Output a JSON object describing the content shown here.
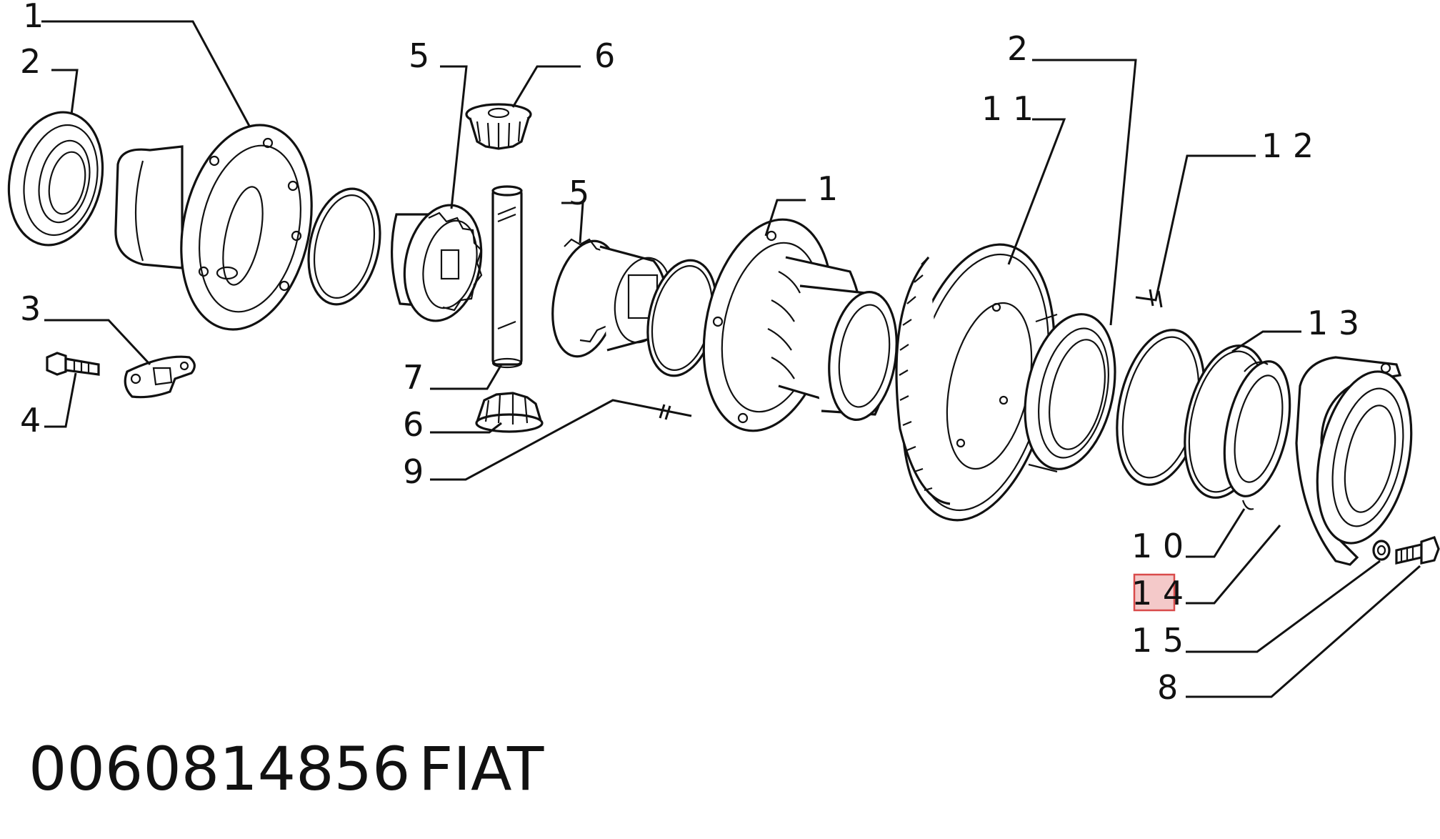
{
  "callouts": {
    "c1a": "1",
    "c2a": "2",
    "c3": "3",
    "c4": "4",
    "c5a": "5",
    "c6a": "6",
    "c5b": "5",
    "c1b": "1",
    "c7": "7",
    "c6b": "6",
    "c9": "9",
    "c2b": "2",
    "c11": "1 1",
    "c12": "1 2",
    "c13": "1 3",
    "c10": "1 0",
    "c14": "1 4",
    "c15": "1 5",
    "c8": "8"
  },
  "highlighted_callout": "1 4",
  "highlight_color": "#d94b4b",
  "part_number": "0060814856",
  "brand": "FIAT"
}
